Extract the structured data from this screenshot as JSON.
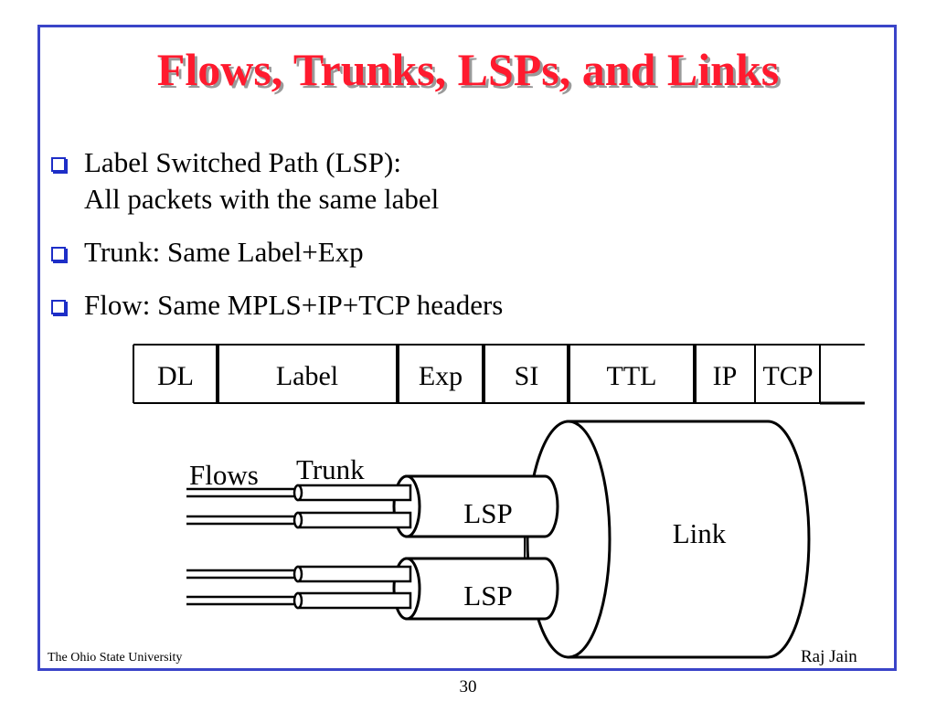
{
  "slide": {
    "title": "Flows, Trunks, LSPs, and Links",
    "bullets": [
      {
        "line1": "Label Switched Path (LSP):",
        "line2": "All packets with the same label"
      },
      {
        "line1": "Trunk: Same Label+Exp"
      },
      {
        "line1": "Flow: Same MPLS+IP+TCP headers"
      }
    ],
    "footer_left": "The Ohio State University",
    "footer_right": "Raj Jain",
    "page_number": "30"
  },
  "header_fields": [
    "DL",
    "Label",
    "Exp",
    "SI",
    "TTL",
    "IP",
    "TCP"
  ],
  "diagram": {
    "flows_label": "Flows",
    "trunk_label": "Trunk",
    "lsp_label_top": "LSP",
    "lsp_label_bottom": "LSP",
    "link_label": "Link"
  },
  "colors": {
    "title": "#ff1a2e",
    "frame": "#3a44c8",
    "bullet": "#1d2ec7"
  }
}
